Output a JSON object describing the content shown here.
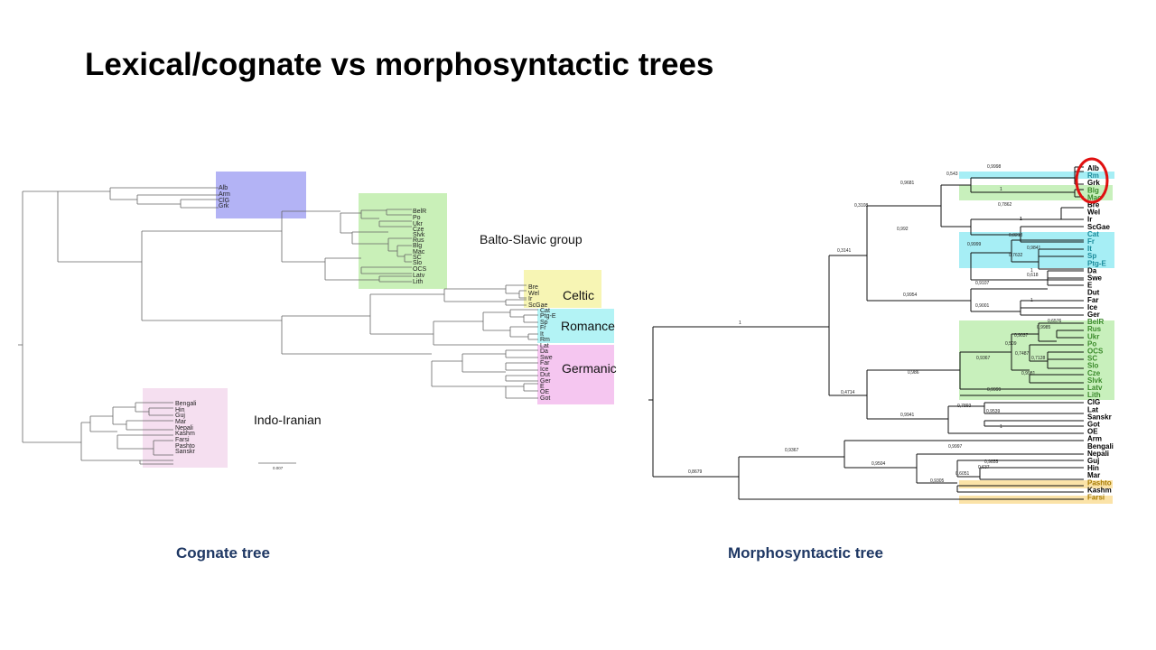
{
  "slide": {
    "title": "Lexical/cognate vs morphosyntactic trees",
    "left_caption": "Cognate tree",
    "right_caption": "Morphosyntactic tree"
  },
  "cognate_tree": {
    "group_labels": {
      "balto_slavic": "Balto-Slavic group",
      "celtic": "Celtic",
      "romance": "Romance",
      "germanic": "Germanic",
      "indo_iranian": "Indo-Iranian"
    },
    "scale_label": "0.007",
    "groups": [
      {
        "name": "albanian-armenian-greek",
        "color": "#b3b3f5",
        "leaves": [
          "Alb",
          "Arm",
          "ClG",
          "Grk"
        ]
      },
      {
        "name": "balto-slavic",
        "color": "#c9f0b8",
        "leaves": [
          "BelR",
          "Po",
          "Ukr",
          "Cze",
          "Slvk",
          "Rus",
          "Blg",
          "Mac",
          "SC",
          "Slo",
          "OCS",
          "Latv",
          "Lith"
        ]
      },
      {
        "name": "celtic",
        "color": "#f7f5b4",
        "leaves": [
          "Bre",
          "Wel",
          "Ir",
          "ScGae"
        ]
      },
      {
        "name": "romance",
        "color": "#b3f3f5",
        "leaves": [
          "Cat",
          "Ptg-E",
          "Sp",
          "Fr",
          "It",
          "Rm",
          "Lat"
        ]
      },
      {
        "name": "germanic",
        "color": "#f5c6f0",
        "leaves": [
          "Da",
          "Swe",
          "Far",
          "Ice",
          "Dut",
          "Ger",
          "E",
          "OE",
          "Got"
        ]
      },
      {
        "name": "indo-iranian",
        "color": "#f5dff0",
        "leaves": [
          "Bengali",
          "Hin",
          "Guj",
          "Mar",
          "Nepali",
          "Kashm",
          "Farsi",
          "Pashto",
          "Sanskr"
        ]
      }
    ]
  },
  "morpho_tree": {
    "leaves": [
      "Alb",
      "Rm",
      "Grk",
      "Blg",
      "Mac",
      "Bre",
      "Wel",
      "Ir",
      "ScGae",
      "Cat",
      "Fr",
      "It",
      "Sp",
      "Ptg-E",
      "Da",
      "Swe",
      "E",
      "Dut",
      "Far",
      "Ice",
      "Ger",
      "BelR",
      "Rus",
      "Ukr",
      "Po",
      "OCS",
      "SC",
      "Slo",
      "Cze",
      "Slvk",
      "Latv",
      "Lith",
      "ClG",
      "Lat",
      "Sanskr",
      "Got",
      "OE",
      "Arm",
      "Bengali",
      "Nepali",
      "Guj",
      "Hin",
      "Mar",
      "Pashto",
      "Kashm",
      "Farsi"
    ],
    "support_values": [
      "1",
      "0,3141",
      "0,4714",
      "0,986",
      "0,9954",
      "0,9681",
      "0,3108",
      "0,992",
      "0,9998",
      "0,543",
      "1",
      "0,7862",
      "1",
      "1",
      "0,8218",
      "0,9999",
      "0,9841",
      "0,7632",
      "0,9107",
      "0,618",
      "1",
      "0,9001",
      "1",
      "0,9367",
      "0,9985",
      "0,6576",
      "0,9037",
      "0,509",
      "0,7487",
      "0,7128",
      "0,9981",
      "0,9999",
      "0,9941",
      "0,7893",
      "0,9539",
      "1",
      "0,8679",
      "0,9367",
      "0,9997",
      "0,9504",
      "0,9855",
      "0,637",
      "0,6051",
      "0,9305"
    ],
    "highlight_colors": {
      "cyan": "#a6eef5",
      "green": "#c8f0bc",
      "orange": "#fbe3a8",
      "circle": "#e01010"
    }
  }
}
